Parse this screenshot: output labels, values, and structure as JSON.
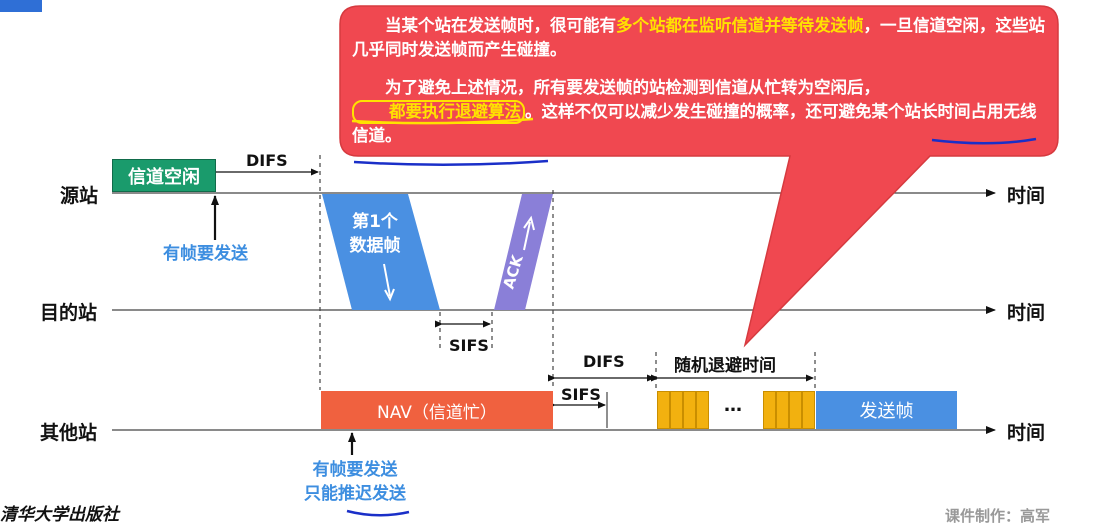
{
  "stations": {
    "source": "源站",
    "dest": "目的站",
    "other": "其他站"
  },
  "axis": {
    "time_label": "时间"
  },
  "source_row": {
    "idle_box": "信道空闲",
    "difs": "DIFS",
    "want_send": "有帧要发送"
  },
  "frames": {
    "data_frame_line1": "第1个",
    "data_frame_line2": "数据帧",
    "ack": "ACK"
  },
  "sifs_label": "SIFS",
  "other_row": {
    "nav_box": "NAV（信道忙）",
    "sifs": "SIFS",
    "difs": "DIFS",
    "backoff": "随机退避时间",
    "ellipsis": "…",
    "send_box": "发送帧",
    "note_line1": "有帧要发送",
    "note_line2": "只能推迟发送"
  },
  "callout": {
    "p1_a": "当某个站在发送帧时，很可能有",
    "p1_hl": "多个站都在监听信道并等待发送帧",
    "p1_b": "，一旦信道空闲，这些站几乎同时发送帧而产生碰撞。",
    "p2_a": "为了避免上述情况，所有要发送帧的站检测到信道从忙转为空闲后，",
    "p2_hl": "都要执行退避算法",
    "p2_b": "。这样不仅可以减少发生碰撞的概率，还可避免某个站长时间占用无线信道。"
  },
  "footer": {
    "publisher": "清华大学出版社",
    "credit": "课件制作：高军"
  },
  "colors": {
    "idle_green": "#1a9b6c",
    "frame_blue": "#4a90e2",
    "ack_purple": "#8a7fd8",
    "nav_red": "#f0613f",
    "backoff_yellow": "#f2b10f",
    "send_blue": "#4a90e2",
    "callout_red": "#f04850",
    "highlight_yellow": "#ffe200",
    "note_blue": "#3d8ee0"
  }
}
